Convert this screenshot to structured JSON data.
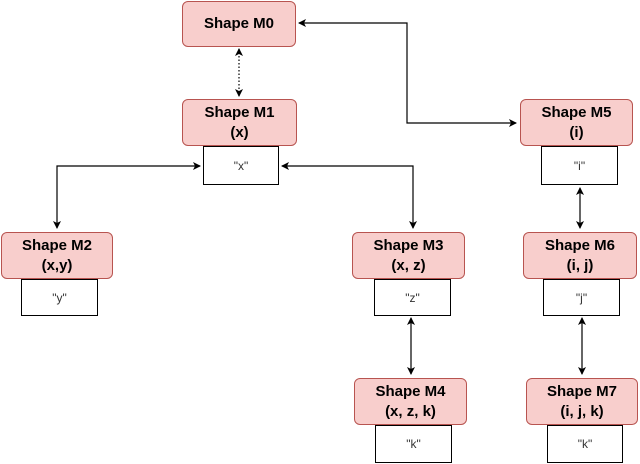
{
  "colors": {
    "shape_fill": "#f8cecc",
    "shape_border": "#b85450",
    "edge": "#000000"
  },
  "nodes": {
    "m0": {
      "title": "Shape M0",
      "params": ""
    },
    "m1": {
      "title": "Shape M1",
      "params": "(x)",
      "tag": "\"x\""
    },
    "m2": {
      "title": "Shape M2",
      "params": "(x,y)",
      "tag": "\"y\""
    },
    "m3": {
      "title": "Shape M3",
      "params": "(x, z)",
      "tag": "\"z\""
    },
    "m4": {
      "title": "Shape M4",
      "params": "(x, z, k)",
      "tag": "\"k\""
    },
    "m5": {
      "title": "Shape M5",
      "params": "(i)",
      "tag": "\"i\""
    },
    "m6": {
      "title": "Shape M6",
      "params": "(i, j)",
      "tag": "\"j\""
    },
    "m7": {
      "title": "Shape M7",
      "params": "(i, j, k)",
      "tag": "\"k\""
    }
  },
  "edges": [
    {
      "from": "m0",
      "to": "m1",
      "style": "dotted",
      "arrows": "both"
    },
    {
      "from": "m0",
      "to": "m5",
      "style": "solid",
      "arrows": "both"
    },
    {
      "from": "m1",
      "to": "m2",
      "style": "solid",
      "arrows": "both"
    },
    {
      "from": "m1",
      "to": "m3",
      "style": "solid",
      "arrows": "both"
    },
    {
      "from": "m3",
      "to": "m4",
      "style": "solid",
      "arrows": "both"
    },
    {
      "from": "m5",
      "to": "m6",
      "style": "solid",
      "arrows": "both"
    },
    {
      "from": "m6",
      "to": "m7",
      "style": "solid",
      "arrows": "both"
    }
  ]
}
